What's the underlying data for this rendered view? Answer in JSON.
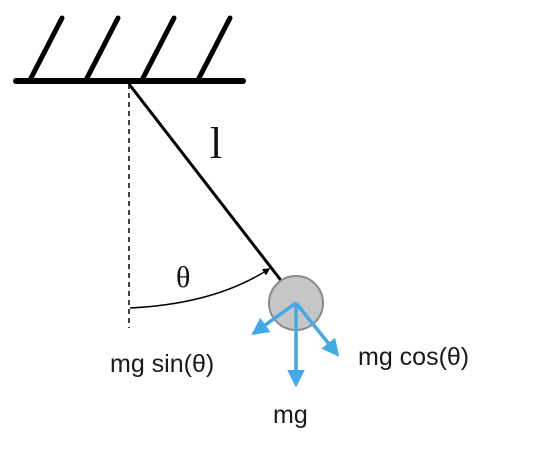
{
  "labels": {
    "length": "l",
    "angle": "θ",
    "force_sin": "mg sin(θ)",
    "force_cos": "mg cos(θ)",
    "force_weight": "mg"
  },
  "colors": {
    "line": "#000000",
    "bob_fill": "#c6c6c6",
    "bob_stroke": "#8a8a8a",
    "vector": "#41a9e6",
    "text": "#1a1a1a"
  },
  "icons": {
    "ceiling": "hatched-ceiling-icon",
    "bob": "pendulum-bob-icon",
    "arrow": "force-arrow-icon"
  }
}
